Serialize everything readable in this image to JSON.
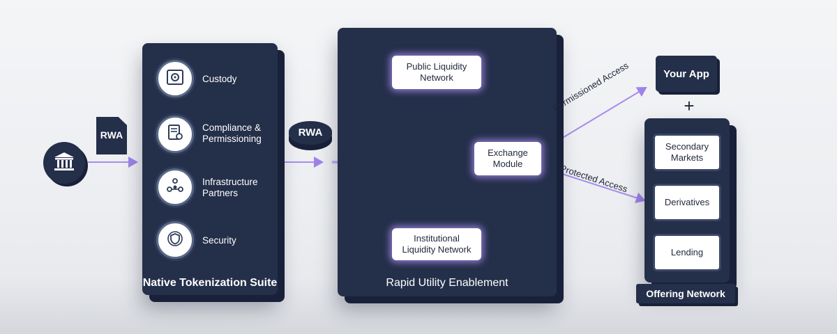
{
  "source": {
    "tile_label": "RWA"
  },
  "tokenization_suite": {
    "title": "Native Tokenization Suite",
    "items": [
      {
        "icon": "vault-icon",
        "label": "Custody"
      },
      {
        "icon": "certificate-icon",
        "label": "Compliance &\nPermissioning"
      },
      {
        "icon": "network-people-icon",
        "label": "Infrastructure\nPartners"
      },
      {
        "icon": "shield-icon",
        "label": "Security"
      }
    ]
  },
  "token": {
    "label": "RWA"
  },
  "utility_enablement": {
    "title": "Rapid Utility Enablement",
    "public_network": "Public Liquidity\nNetwork",
    "institutional_network": "Institutional\nLiquidity Network",
    "exchange_module": "Exchange\nModule"
  },
  "access": {
    "permissioned_label": "Permissioned Access",
    "protected_label": "Protected Access"
  },
  "your_app": {
    "label": "Your App",
    "plus": "+"
  },
  "offering_network": {
    "title": "Offering Network",
    "items": [
      "Secondary\nMarkets",
      "Derivatives",
      "Lending"
    ]
  },
  "colors": {
    "panel": "#242f4a",
    "accent": "#a98bf0",
    "glow": "#b9a2f5"
  }
}
